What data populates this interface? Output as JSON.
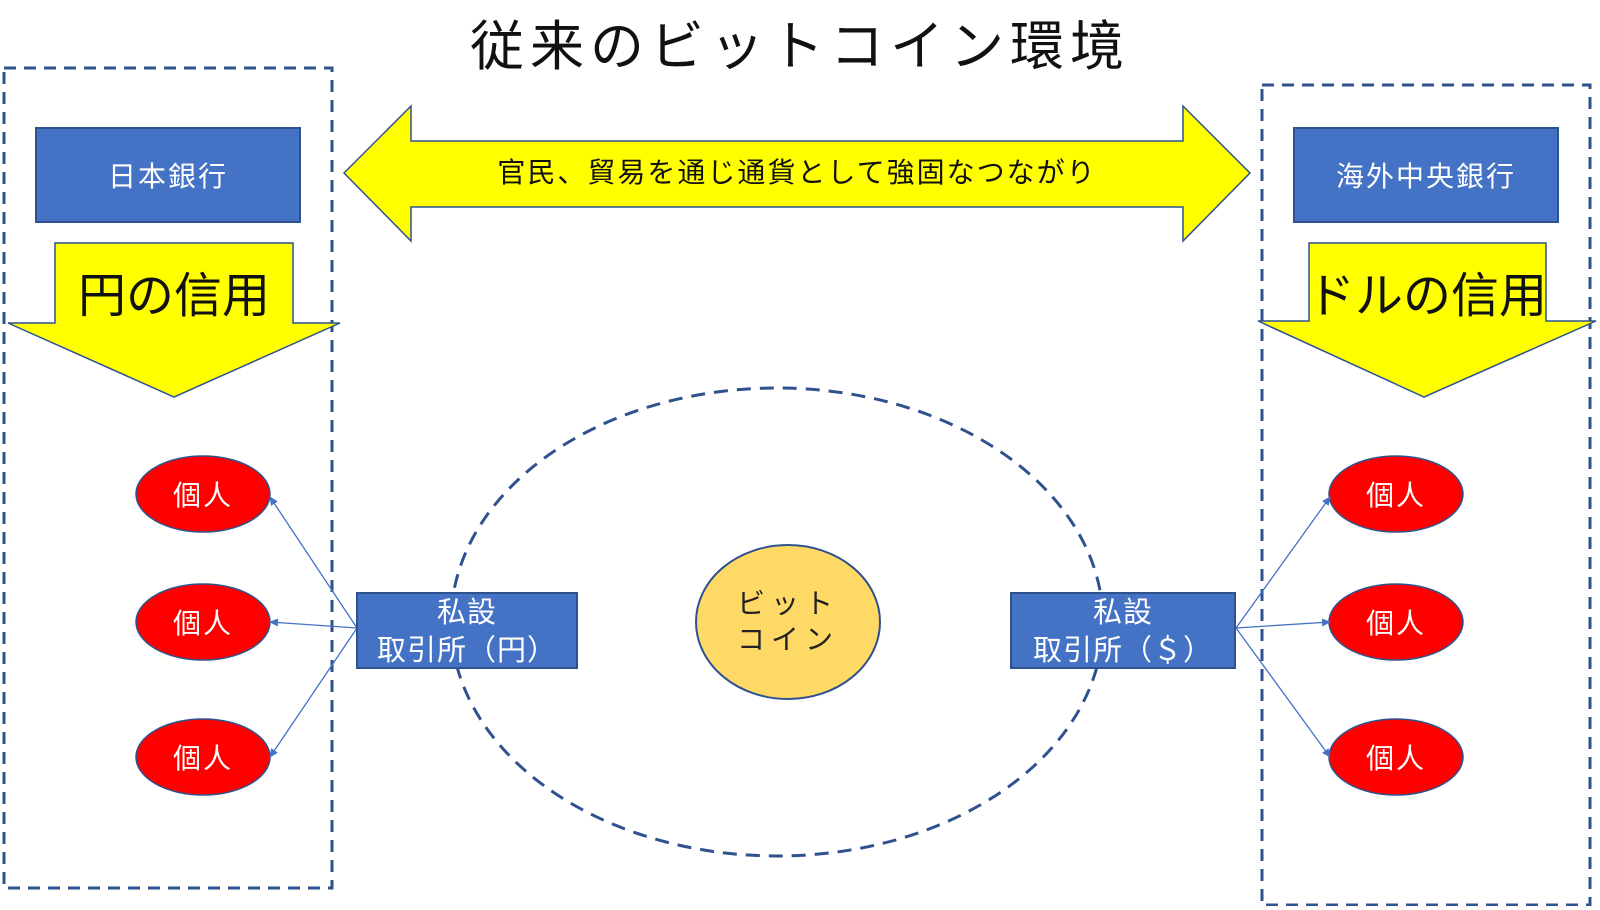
{
  "title": "従来のビットコイン環境",
  "left_bank": "日本銀行",
  "right_bank": "海外中央銀行",
  "left_credit": "円の信用",
  "right_credit": "ドルの信用",
  "connection": "官民、貿易を通じ通貨として強固なつながり",
  "left_exchange": {
    "line1": "私設",
    "line2": "取引所（円）"
  },
  "right_exchange": {
    "line1": "私設",
    "line2": "取引所（＄）"
  },
  "bitcoin": {
    "line1": "ビット",
    "line2": "コイン"
  },
  "left_persons": [
    "個人",
    "個人",
    "個人"
  ],
  "right_persons": [
    "個人",
    "個人",
    "個人"
  ],
  "colors": {
    "bank_blue": "#4472c4",
    "bank_border": "#2f528f",
    "arrow_yellow": "#ffff00",
    "person_red": "#ff0000",
    "bitcoin_gold": "#ffd966",
    "dash_blue": "#2f528f"
  }
}
